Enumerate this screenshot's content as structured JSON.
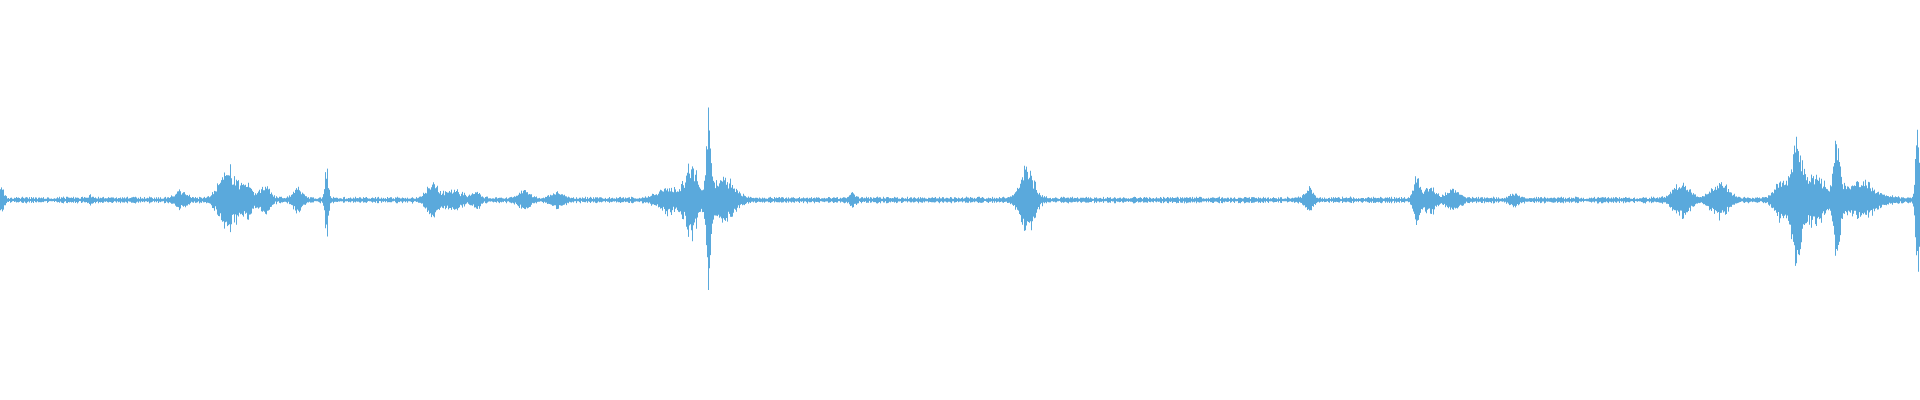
{
  "waveform": {
    "color": "#5aa9dc",
    "baseline_amplitude": 0.01,
    "bursts": [
      {
        "at": 0.0,
        "spread": 0.0015,
        "amp": 0.06
      },
      {
        "at": 0.047,
        "spread": 0.0012,
        "amp": 0.02
      },
      {
        "at": 0.094,
        "spread": 0.003,
        "amp": 0.04
      },
      {
        "at": 0.118,
        "spread": 0.004,
        "amp": 0.16
      },
      {
        "at": 0.128,
        "spread": 0.003,
        "amp": 0.08
      },
      {
        "at": 0.138,
        "spread": 0.0025,
        "amp": 0.06
      },
      {
        "at": 0.155,
        "spread": 0.0025,
        "amp": 0.05
      },
      {
        "at": 0.17,
        "spread": 0.0008,
        "amp": 0.2
      },
      {
        "at": 0.225,
        "spread": 0.003,
        "amp": 0.07
      },
      {
        "at": 0.236,
        "spread": 0.004,
        "amp": 0.05
      },
      {
        "at": 0.248,
        "spread": 0.002,
        "amp": 0.04
      },
      {
        "at": 0.273,
        "spread": 0.0025,
        "amp": 0.05
      },
      {
        "at": 0.29,
        "spread": 0.003,
        "amp": 0.03
      },
      {
        "at": 0.348,
        "spread": 0.005,
        "amp": 0.06
      },
      {
        "at": 0.36,
        "spread": 0.003,
        "amp": 0.18
      },
      {
        "at": 0.369,
        "spread": 0.0012,
        "amp": 0.4
      },
      {
        "at": 0.377,
        "spread": 0.005,
        "amp": 0.12
      },
      {
        "at": 0.444,
        "spread": 0.0015,
        "amp": 0.03
      },
      {
        "at": 0.535,
        "spread": 0.0035,
        "amp": 0.17
      },
      {
        "at": 0.682,
        "spread": 0.002,
        "amp": 0.05
      },
      {
        "at": 0.738,
        "spread": 0.0015,
        "amp": 0.12
      },
      {
        "at": 0.745,
        "spread": 0.003,
        "amp": 0.06
      },
      {
        "at": 0.757,
        "spread": 0.003,
        "amp": 0.05
      },
      {
        "at": 0.789,
        "spread": 0.002,
        "amp": 0.03
      },
      {
        "at": 0.876,
        "spread": 0.004,
        "amp": 0.08
      },
      {
        "at": 0.896,
        "spread": 0.004,
        "amp": 0.09
      },
      {
        "at": 0.928,
        "spread": 0.003,
        "amp": 0.1
      },
      {
        "at": 0.936,
        "spread": 0.0025,
        "amp": 0.3
      },
      {
        "at": 0.945,
        "spread": 0.005,
        "amp": 0.12
      },
      {
        "at": 0.957,
        "spread": 0.0015,
        "amp": 0.28
      },
      {
        "at": 0.968,
        "spread": 0.008,
        "amp": 0.09
      },
      {
        "at": 0.999,
        "spread": 0.0008,
        "amp": 0.55
      }
    ]
  }
}
